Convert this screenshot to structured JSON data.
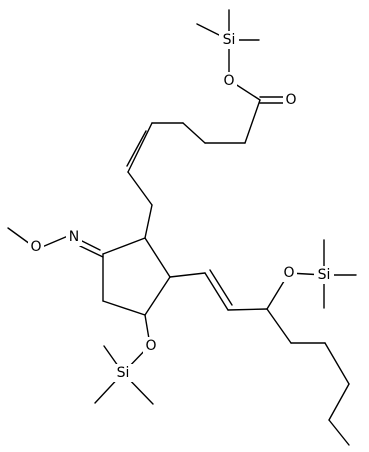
{
  "figure": {
    "type": "chemical-structure",
    "background_color": "#ffffff",
    "line_color": "#000000"
  },
  "atoms": {
    "si_ester": "Si",
    "o_ester_single": "O",
    "o_carbonyl": "O",
    "o_oxime": "O",
    "n_oxime": "N",
    "o_ring_otms": "O",
    "si_ring": "Si",
    "o_chain_otms": "O",
    "si_chain": "Si"
  }
}
